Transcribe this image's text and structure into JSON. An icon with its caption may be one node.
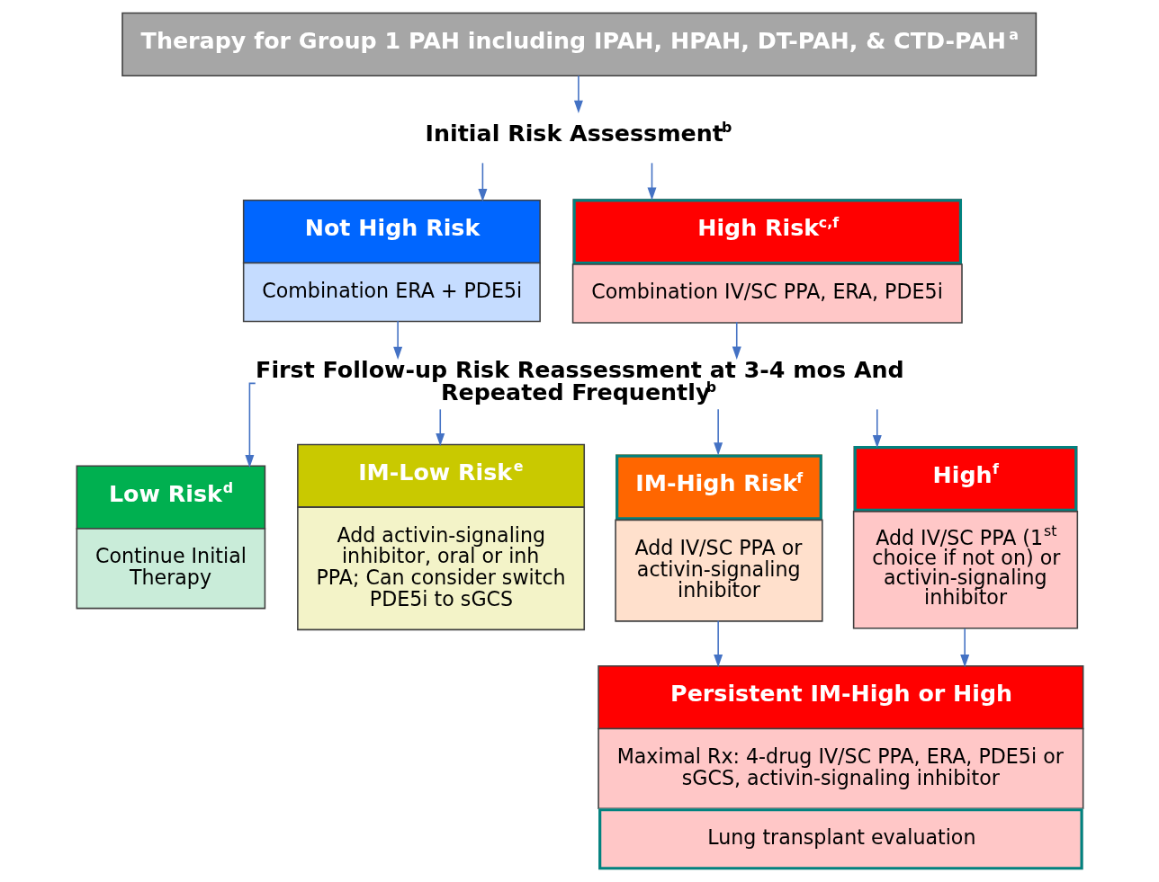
{
  "diagram": {
    "nodes": [
      {
        "text": [
          "Therapy for Group 1 PAH including IPAH, HPAH, DT-PAH, & CTD-PAH$^{a}$"
        ]
      },
      {
        "text": [
          "Initial Risk Assessment$^{b}$"
        ]
      },
      {
        "text": [
          "Not High Risk",
          "Combination ERA + PDE5i"
        ]
      },
      {
        "text": [
          "High Risk$^{c,f}$",
          "Combination IV/SC PPA, ERA, PDE5i"
        ]
      },
      {
        "text": [
          "First Follow-up Risk Reassessment at 3-4 mos And Repeated Frequently$^{b}$"
        ]
      },
      {
        "text": [
          "Low Risk$^{d}$",
          "Continue Initial Therapy"
        ]
      },
      {
        "text": [
          "IM-Low Risk$^{e}$",
          "Add activin-signaling inhibitor, oral or inh PPA; Can consider switch PDE5i to sGCS"
        ]
      },
      {
        "text": [
          "IM-High Risk$^{f}$",
          "Add IV/SC PPA or activin-signaling inhibitor"
        ]
      },
      {
        "text": [
          "High$^{f}$",
          "Add IV/SC PPA (1$^{st}$ choice if not on) or activin-signaling inhibitor"
        ]
      },
      {
        "text": [
          "Persistent IM-High or High",
          "Maximal Rx: 4-drug IV/SC PPA, ERA, PDE5i or sGCS, activin-signaling inhibitor",
          "Lung transplant evaluation"
        ]
      }
    ],
    "edges": [
      {
        "from": 0,
        "to": 1,
        "arrow": "to"
      },
      {
        "from": 1,
        "to": 2,
        "arrow": "to"
      },
      {
        "from": 1,
        "to": 3,
        "arrow": "to"
      },
      {
        "from": 2,
        "to": 4,
        "arrow": "to"
      },
      {
        "from": 3,
        "to": 4,
        "arrow": "to"
      },
      {
        "from": 4,
        "to": 5,
        "arrow": "to"
      },
      {
        "from": 4,
        "to": 6,
        "arrow": "to"
      },
      {
        "from": 4,
        "to": 7,
        "arrow": "to"
      },
      {
        "from": 4,
        "to": 8,
        "arrow": "to"
      },
      {
        "from": 7,
        "to": 9,
        "arrow": "to"
      },
      {
        "from": 8,
        "to": 9,
        "arrow": "to"
      }
    ]
  }
}
